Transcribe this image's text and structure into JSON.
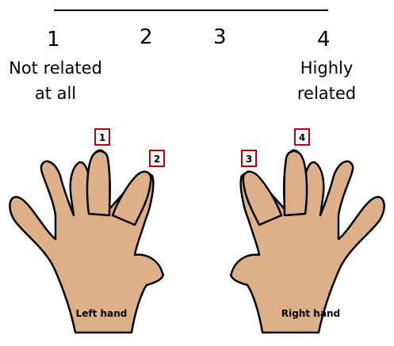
{
  "scale": {
    "numbers": [
      "1",
      "2",
      "3",
      "4"
    ],
    "low_label": "Not related at all",
    "high_label": "Highly related"
  },
  "fingers": [
    "1",
    "2",
    "3",
    "4"
  ],
  "hands": {
    "left": "Left hand",
    "right": "Right hand"
  },
  "colors": {
    "skin": "#DEB08A",
    "outline": "#000000",
    "label_border": "#C00000"
  }
}
